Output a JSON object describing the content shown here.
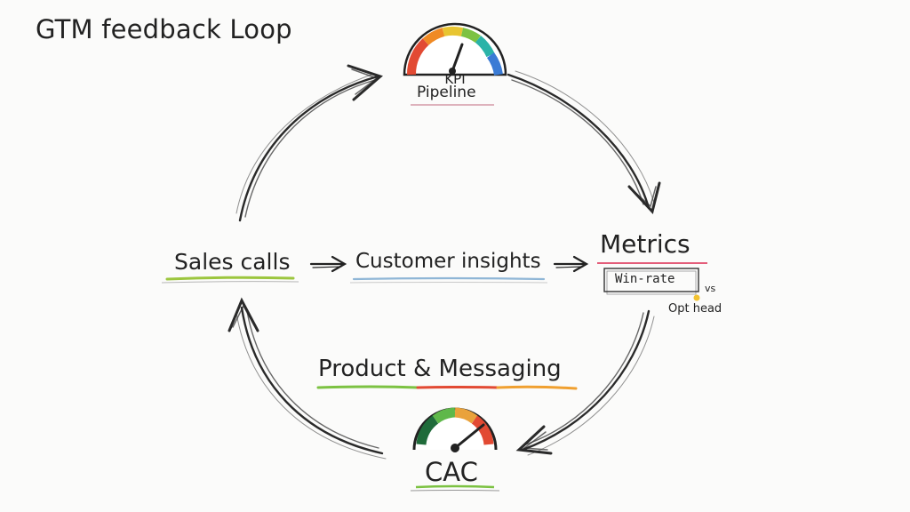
{
  "title": "GTM feedback Loop",
  "nodes": {
    "kpi": {
      "line1": "KPI",
      "line2": "Pipeline"
    },
    "sales_calls": "Sales calls",
    "customer_insights": "Customer insights",
    "metrics": {
      "title": "Metrics",
      "detail": "Win-rate",
      "compare": "vs",
      "note": "Opt head"
    },
    "product_messaging": "Product & Messaging",
    "cac": "CAC"
  },
  "colors": {
    "ink": "#222222",
    "gauge_top": [
      "#e24a33",
      "#f08a24",
      "#e8c531",
      "#7cc242",
      "#2bb3a8",
      "#3a7bd5"
    ],
    "gauge_bottom": [
      "#1f6b3a",
      "#5fb84a",
      "#e9a23b",
      "#e24a33"
    ],
    "underline_sales": "#9cc63e",
    "underline_insights": "#8fb6d6",
    "underline_product": [
      "#7cc242",
      "#e24a33",
      "#f0a030"
    ],
    "underline_metrics": "#e45d7a",
    "dot": "#f2c230"
  },
  "icons": [
    "gauge-icon-kpi",
    "gauge-icon-cac",
    "arrow-right-icon"
  ]
}
